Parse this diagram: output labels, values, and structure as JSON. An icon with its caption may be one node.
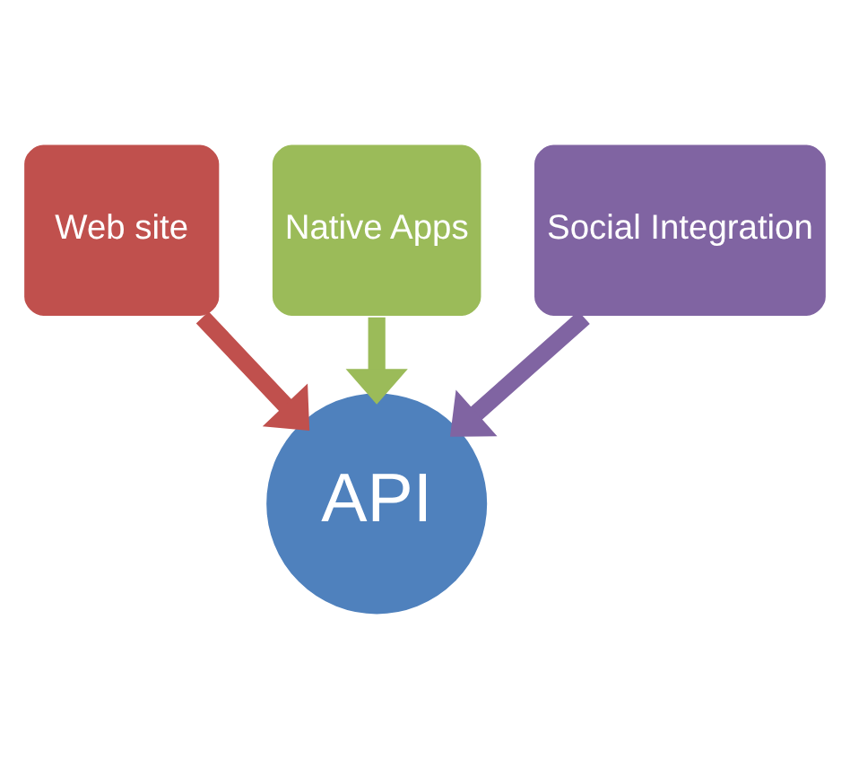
{
  "diagram": {
    "nodes": [
      {
        "text": [
          "Web site"
        ]
      },
      {
        "text": [
          "Native Apps"
        ]
      },
      {
        "text": [
          "Social Integration"
        ]
      },
      {
        "text": [
          "API"
        ]
      }
    ],
    "edges": [
      {
        "from": 0,
        "to": 3,
        "arrow": "to",
        "color": "#c0504d"
      },
      {
        "from": 1,
        "to": 3,
        "arrow": "to",
        "color": "#9bbb59"
      },
      {
        "from": 2,
        "to": 3,
        "arrow": "to",
        "color": "#8064a2"
      }
    ]
  }
}
